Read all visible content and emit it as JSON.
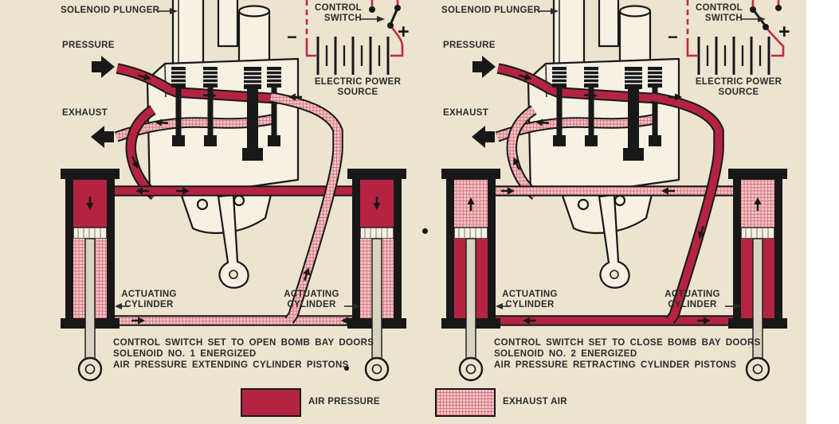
{
  "colors": {
    "paper": "#ece4cf",
    "air_pressure": "#b42442",
    "exhaust_air": "#f2c8ca",
    "exhaust_grid": "#d97680",
    "wire": "#c22844",
    "ink": "#181818",
    "text": "#2b2b2b"
  },
  "panels": [
    {
      "state": "open",
      "labels": {
        "solenoid_plunger": "SOLENOID PLUNGER",
        "pressure": "PRESSURE",
        "exhaust": "EXHAUST",
        "control_switch": "CONTROL SWITCH",
        "electric_power_source": "ELECTRIC POWER SOURCE",
        "actuating_cylinder": "ACTUATING CYLINDER",
        "battery_minus": "−",
        "battery_plus": "+"
      },
      "caption": [
        "CONTROL SWITCH SET TO OPEN BOMB BAY DOORS",
        "SOLENOID NO. 1 ENERGIZED",
        "AIR PRESSURE EXTENDING CYLINDER PISTONS"
      ]
    },
    {
      "state": "close",
      "labels": {
        "solenoid_plunger": "SOLENOID PLUNGER",
        "pressure": "PRESSURE",
        "exhaust": "EXHAUST",
        "control_switch": "CONTROL SWITCH",
        "electric_power_source": "ELECTRIC POWER SOURCE",
        "actuating_cylinder": "ACTUATING CYLINDER",
        "battery_minus": "−",
        "battery_plus": "+"
      },
      "caption": [
        "CONTROL SWITCH SET TO CLOSE BOMB BAY DOORS",
        "SOLENOID NO. 2 ENERGIZED",
        "AIR PRESSURE RETRACTING CYLINDER PISTONS"
      ]
    }
  ],
  "legend": {
    "air_pressure": "AIR PRESSURE",
    "exhaust_air": "EXHAUST AIR"
  }
}
